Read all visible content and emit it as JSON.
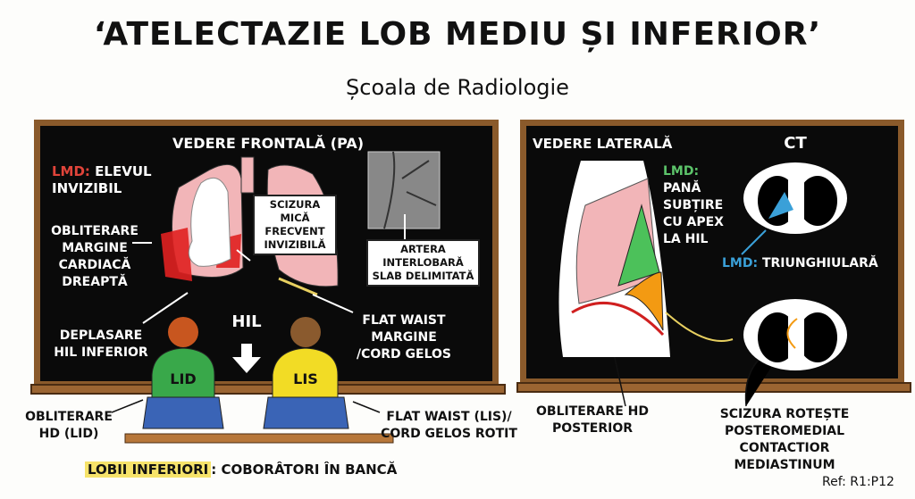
{
  "title": "‘ATELECTAZIE LOB MEDIU ȘI INFERIOR’",
  "subtitle": "Școala de Radiologie",
  "frontal": {
    "heading": "VEDERE FRONTALĂ (PA)",
    "lmd_label": "LMD:",
    "lmd_text": "ELEVUL INVIZIBIL",
    "obliterare": "OBLITERARE MARGINE CARDIACĂ DREAPTĂ",
    "scizura": "SCIZURA MICĂ FRECVENT INVIZIBILĂ",
    "artera": "ARTERA INTERLOBARĂ SLAB DELIMITATĂ",
    "deplasare": "DEPLASARE HIL INFERIOR",
    "hil": "HIL",
    "flat_waist": "FLAT WAIST MARGINE /CORD GELOS",
    "student_left": "LID",
    "student_right": "LIS"
  },
  "lateral": {
    "heading": "VEDERE LATERALĂ",
    "ct_heading": "CT",
    "lmd_label": "LMD:",
    "lmd_text": "PANĂ SUBȚIRE CU APEX LA HIL",
    "ct_lmd_label": "LMD:",
    "ct_lmd_text": "TRIUNGHIULARĂ"
  },
  "bottom": {
    "obliterare_hd_lid": "OBLITERARE HD (LID)",
    "flat_waist_lis": "FLAT WAIST (LIS)/ CORD GELOS ROTIT",
    "lobii_label": "LOBII INFERIORI",
    "lobii_text": ": COBORÂTORI ÎN BANCĂ",
    "obliterare_posterior": "OBLITERARE HD POSTERIOR",
    "scizura_roteste": "SCIZURA ROTEȘTE POSTEROMEDIAL CONTACTIOR MEDIASTINUM",
    "ref": "Ref: R1:P12"
  },
  "colors": {
    "red": "#e0443a",
    "green": "#5cc46a",
    "blue": "#3aa0d8",
    "orange": "#f39a12",
    "highlight": "#f6e36a"
  }
}
